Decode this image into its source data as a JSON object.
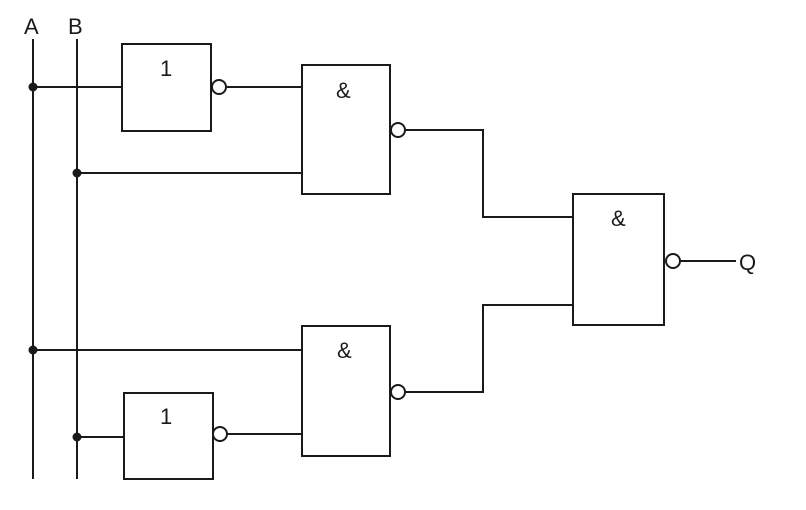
{
  "inputs": {
    "a": "A",
    "b": "B"
  },
  "output": "Q",
  "gates": {
    "not_top": "1",
    "nand_top": "&",
    "not_bottom": "1",
    "nand_bottom": "&",
    "nand_output": "&"
  }
}
